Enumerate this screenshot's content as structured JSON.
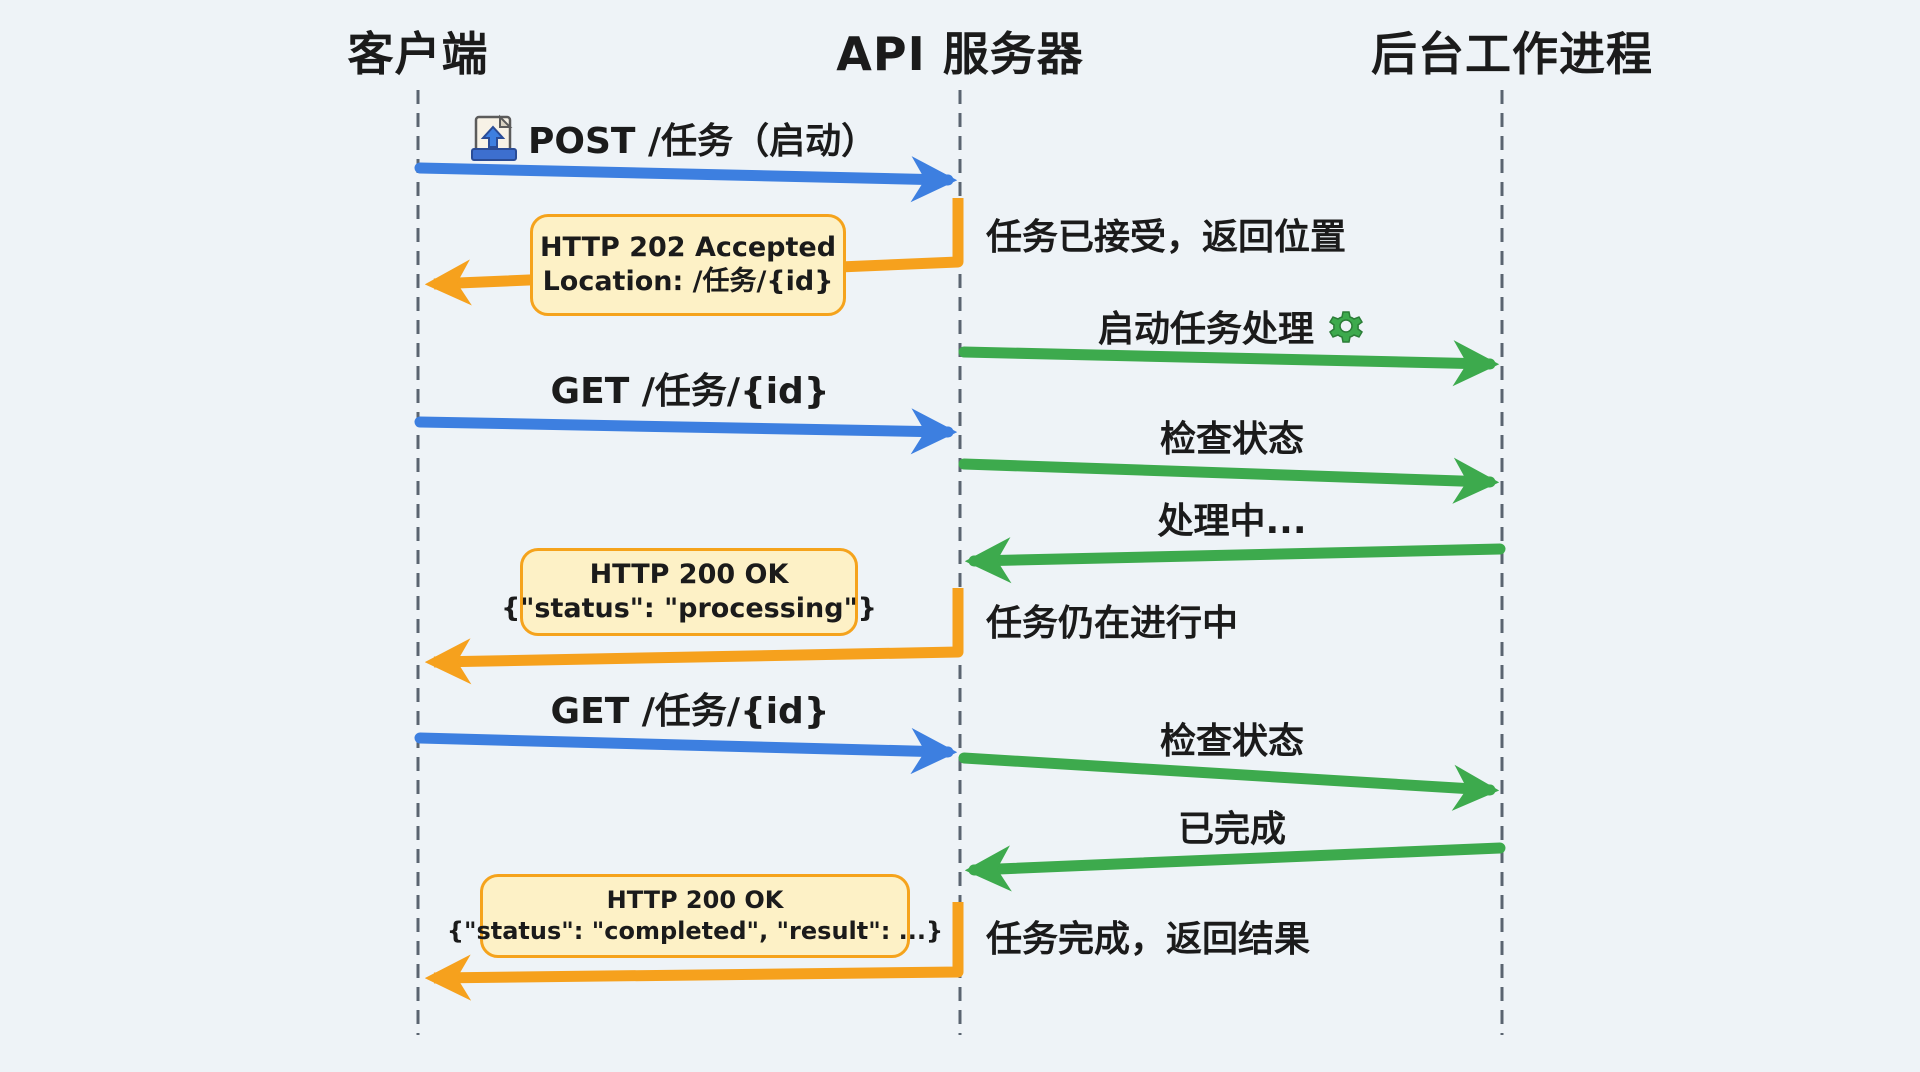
{
  "lanes": {
    "client": "客户端",
    "api": "API 服务器",
    "worker": "后台工作进程"
  },
  "colors": {
    "blue": "#3d7fe0",
    "orange": "#f6a11d",
    "green": "#3daa4d",
    "bubble_bg": "#fdf1c6",
    "bubble_border": "#f5a31c",
    "lifeline": "#5a6470"
  },
  "icons": {
    "upload": "upload-document-icon",
    "gear": "gear-icon"
  },
  "messages": {
    "post": "POST /任务（启动）",
    "accepted_note": "任务已接受，返回位置",
    "accepted_bubble_line1": "HTTP 202 Accepted",
    "accepted_bubble_line2": "Location: /任务/{id}",
    "start_processing": "启动任务处理",
    "get1": "GET /任务/{id}",
    "check1": "检查状态",
    "processing": "处理中...",
    "ok1_line1": "HTTP 200 OK",
    "ok1_line2": "{\"status\": \"processing\"}",
    "still_running": "任务仍在进行中",
    "get2": "GET /任务/{id}",
    "check2": "检查状态",
    "done": "已完成",
    "ok2_line1": "HTTP 200 OK",
    "ok2_line2": "{\"status\": \"completed\", \"result\": ...}",
    "complete_note": "任务完成，返回结果"
  }
}
